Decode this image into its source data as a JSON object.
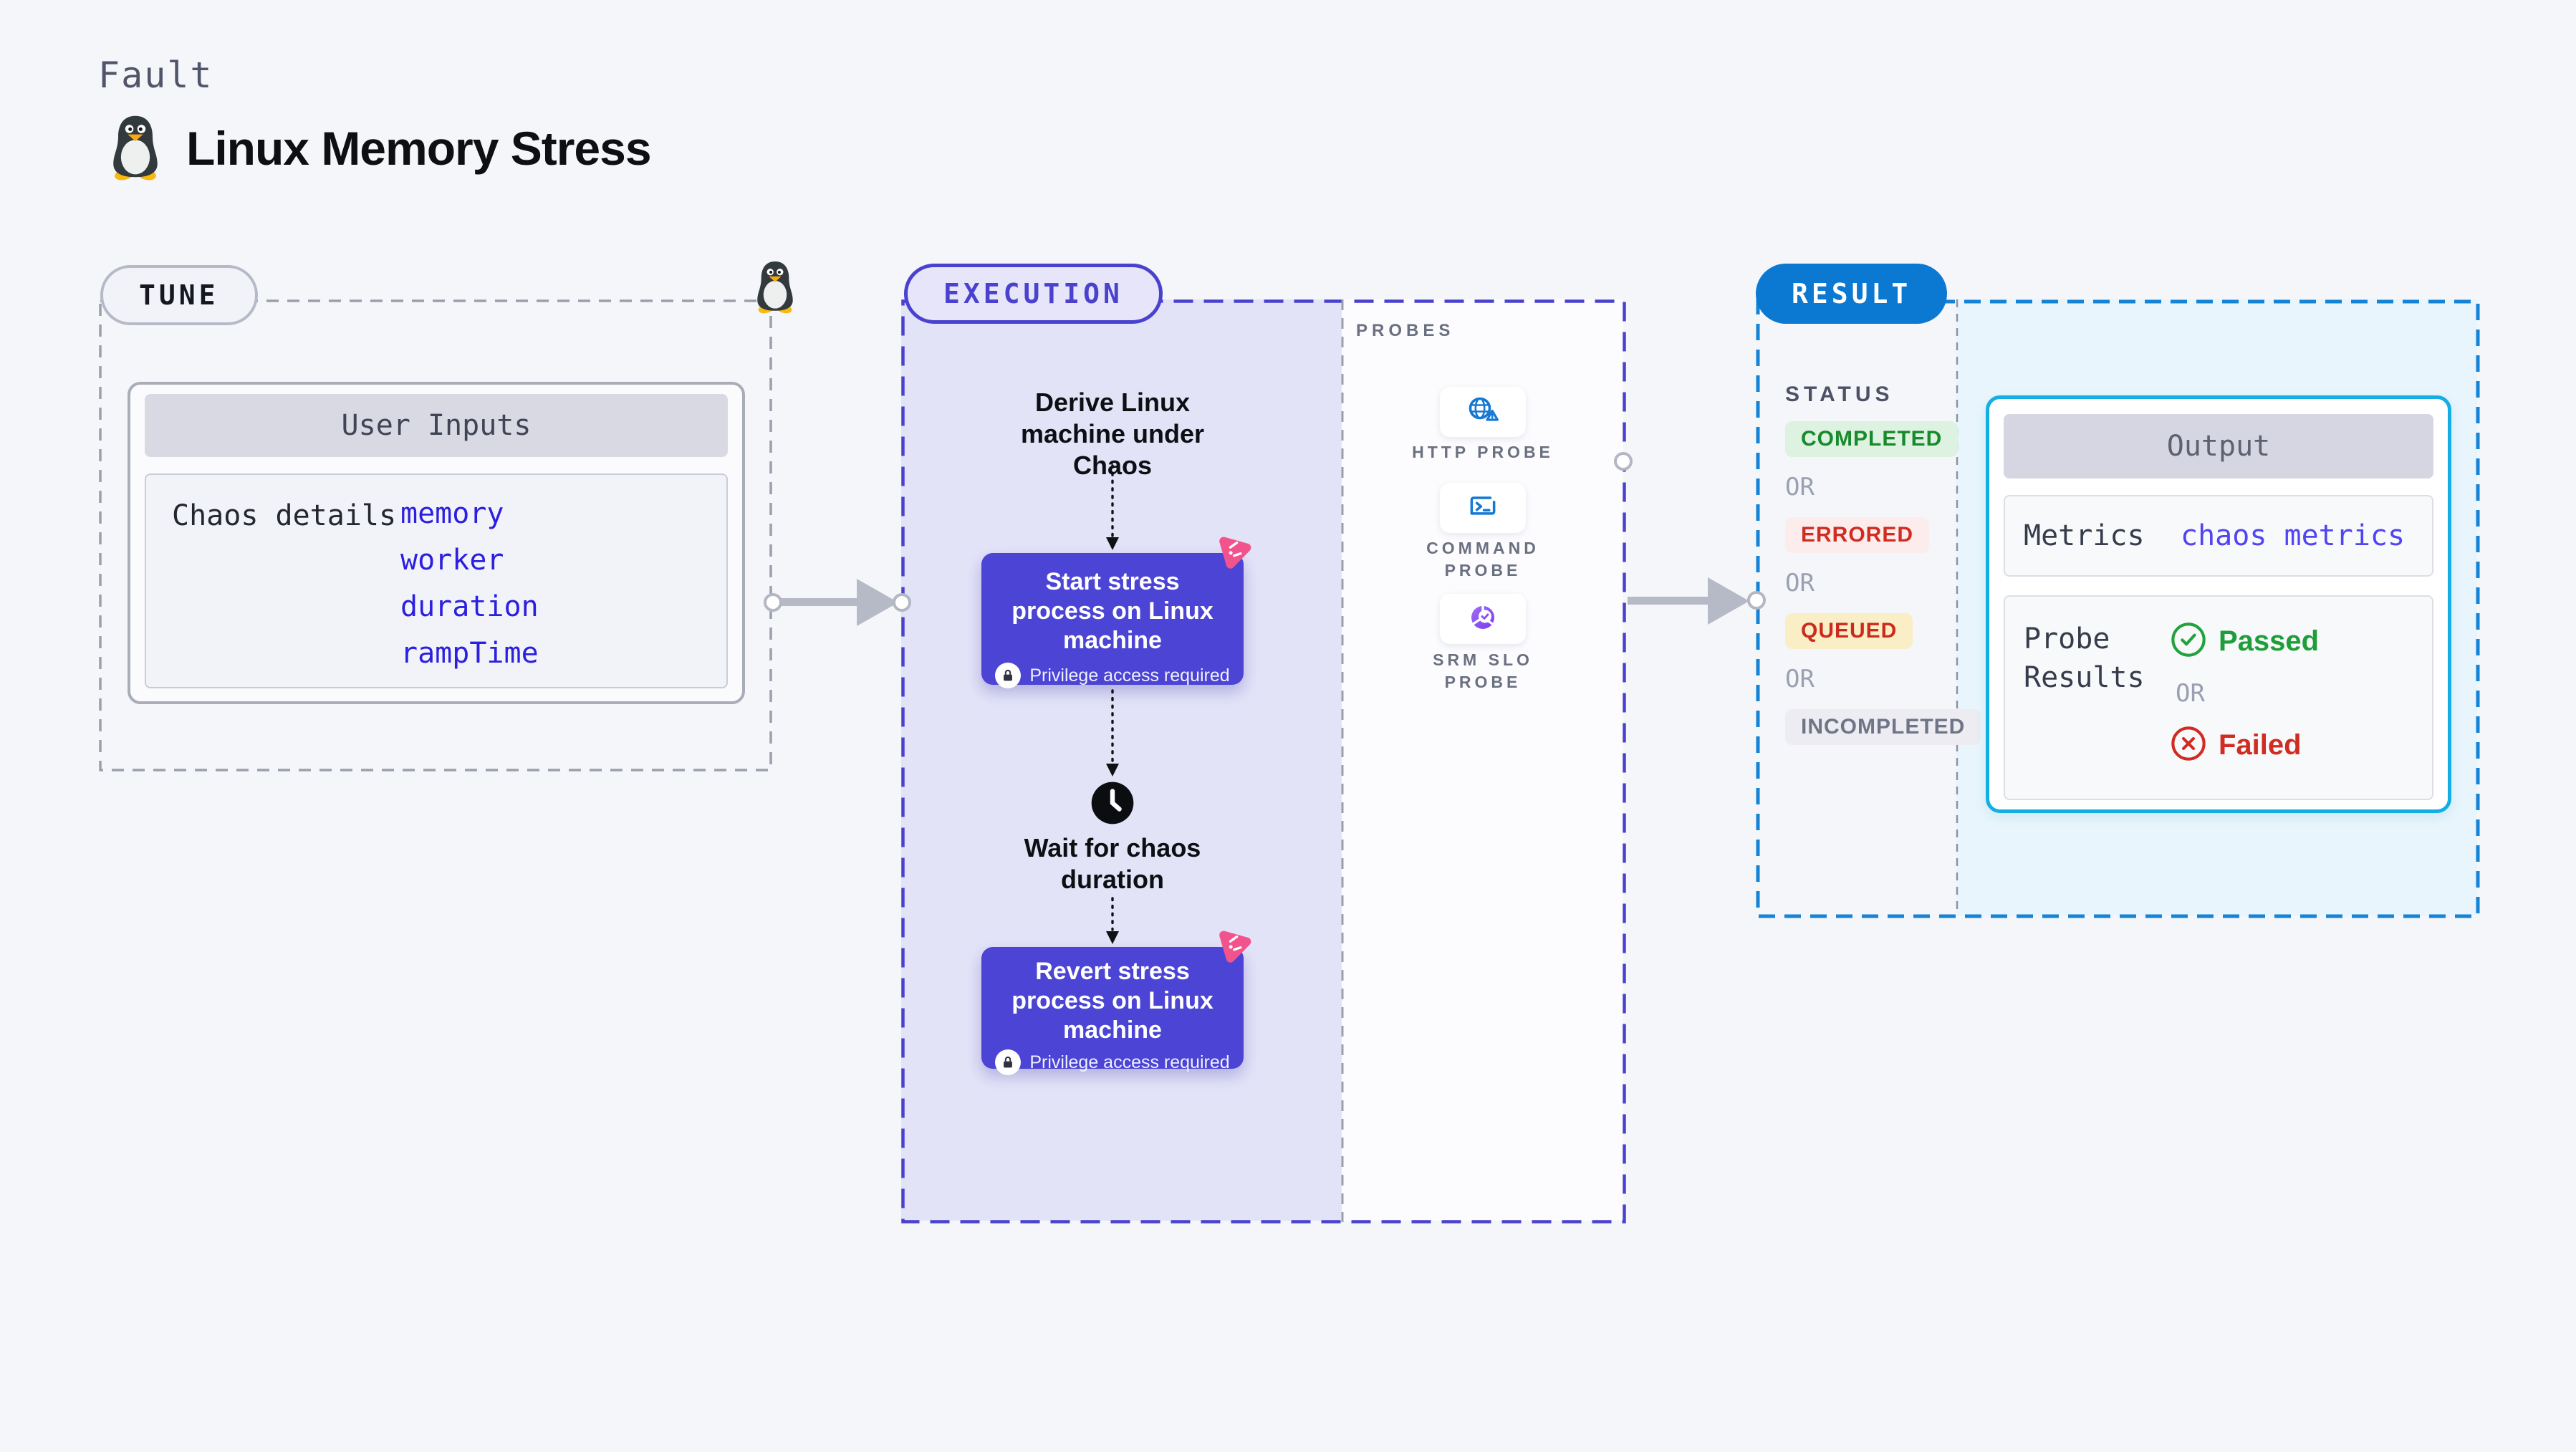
{
  "page": {
    "background": "#f5f6fa"
  },
  "header": {
    "kicker": "Fault",
    "title": "Linux Memory Stress",
    "title_icon": "tux-icon"
  },
  "tune": {
    "label": "TUNE",
    "inputs_title": "User Inputs",
    "row_label": "Chaos details",
    "links": [
      "memory",
      "worker",
      "duration",
      "rampTime"
    ]
  },
  "execution": {
    "label": "EXECUTION",
    "derive_step": "Derive Linux machine under Chaos",
    "start_step": "Start stress process on Linux machine",
    "wait_step": "Wait for chaos duration",
    "revert_step": "Revert stress process on Linux machine",
    "privilege_note": "Privilege access required",
    "step_icons": [
      "clock-icon",
      "lock-icon",
      "chaos-icon"
    ]
  },
  "probes": {
    "label": "PROBES",
    "items": [
      {
        "name": "HTTP PROBE",
        "icon": "globe-warning-icon"
      },
      {
        "name": "COMMAND PROBE",
        "icon": "terminal-icon"
      },
      {
        "name": "SRM SLO PROBE",
        "icon": "pie-check-icon"
      }
    ]
  },
  "result": {
    "label": "RESULT",
    "status_label": "STATUS",
    "or_label": "OR",
    "statuses": [
      {
        "text": "COMPLETED",
        "color": "#188a2c",
        "bg": "#ddf2e0"
      },
      {
        "text": "ERRORED",
        "color": "#d02c22",
        "bg": "#fdecec"
      },
      {
        "text": "QUEUED",
        "color": "#cc2a1e",
        "bg": "#faeec6"
      },
      {
        "text": "INCOMPLETED",
        "color": "#6f7587",
        "bg": "#ececf2"
      }
    ],
    "output": {
      "title": "Output",
      "metrics_label": "Metrics",
      "metrics_value": "chaos metrics",
      "probe_results_label": "Probe Results",
      "passed_label": "Passed",
      "failed_label": "Failed",
      "passed_icon": "check-circle-icon",
      "failed_icon": "x-circle-icon"
    }
  },
  "colors": {
    "page_bg": "#f5f6fa",
    "execution_accent": "#4a42cf",
    "execution_fill": "#e3e3f8",
    "node_button": "#4b44d4",
    "chaos_pink": "#f2538c",
    "result_accent": "#0b78d1",
    "result_dash": "#1583d6",
    "output_border": "#12aee4",
    "result_fill": "#e8f5fc",
    "link_blue": "#2b1fe0",
    "metrics_link": "#5144f2",
    "passed_green": "#1d9e38",
    "failed_red": "#d02c22",
    "probe_icon_blue": "#1678d3",
    "gray_dash": "#9aa0ab",
    "arrow_gray": "#b6bac6"
  }
}
